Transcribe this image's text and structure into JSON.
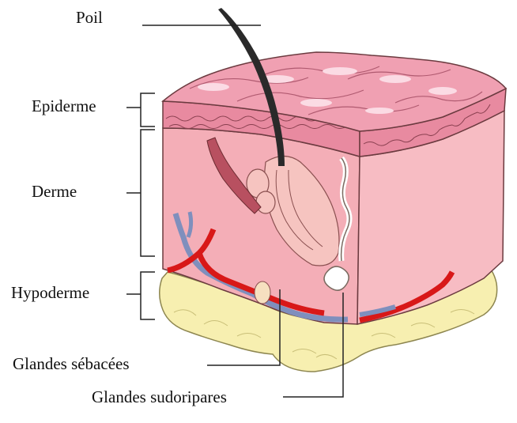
{
  "labels": {
    "poil": "Poil",
    "epiderme": "Epiderme",
    "derme": "Derme",
    "hypoderme": "Hypoderme",
    "glandes_sebacees": "Glandes sébacées",
    "glandes_sudoripares": "Glandes sudoripares"
  },
  "colors": {
    "epidermis": "#e88aa0",
    "epidermis_light": "#f6c4d0",
    "dermis": "#f4aeb7",
    "dermis_side": "#f7bcc3",
    "hypodermis": "#f7efb0",
    "artery": "#d81818",
    "vein": "#7f8fbd",
    "hair": "#2a2a2a",
    "leader_line": "#222222"
  }
}
